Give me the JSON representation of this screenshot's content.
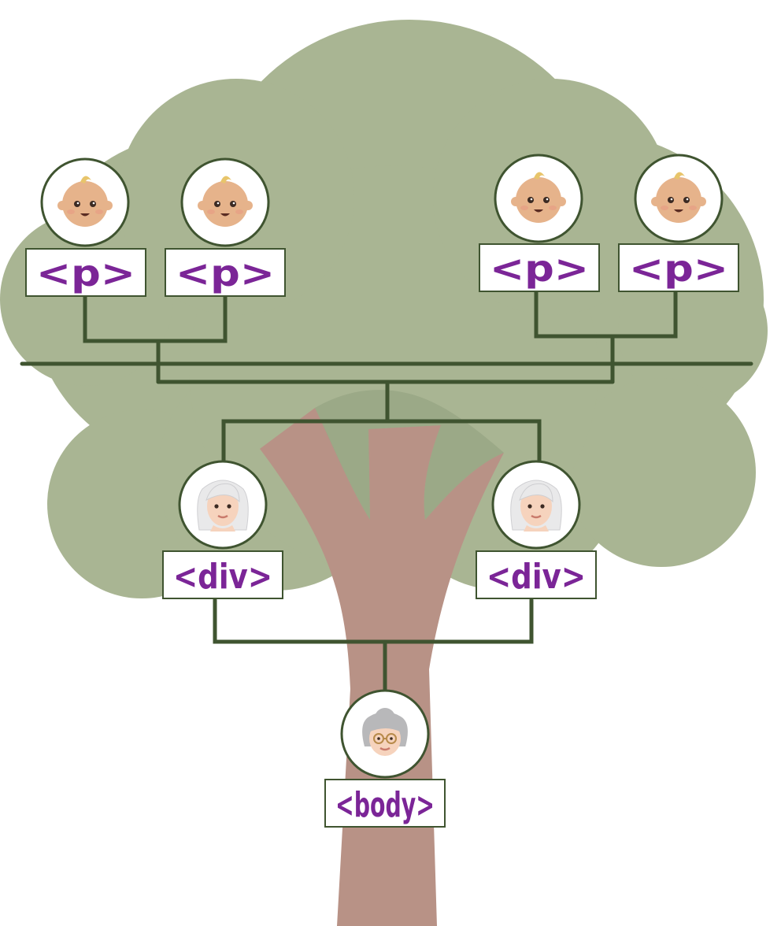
{
  "colors": {
    "foliage": "#a9b593",
    "trunk": "#b89286",
    "trunk_shadow": "#8f9f7e",
    "connector": "#3f5430",
    "tag_text": "#7b2597",
    "box_border": "#3f5430",
    "box_fill": "#ffffff",
    "circle_border": "#3f5430"
  },
  "nodes": [
    {
      "id": "p1",
      "label": "<p>",
      "icon": "baby-icon"
    },
    {
      "id": "p2",
      "label": "<p>",
      "icon": "baby-icon"
    },
    {
      "id": "p3",
      "label": "<p>",
      "icon": "baby-icon"
    },
    {
      "id": "p4",
      "label": "<p>",
      "icon": "baby-icon"
    },
    {
      "id": "div1",
      "label": "<div>",
      "icon": "woman-white-hair-icon"
    },
    {
      "id": "div2",
      "label": "<div>",
      "icon": "woman-white-hair-icon"
    },
    {
      "id": "body",
      "label": "<body>",
      "icon": "grandmother-icon"
    }
  ],
  "edges": [
    [
      "body",
      "div1"
    ],
    [
      "body",
      "div2"
    ],
    [
      "div1",
      "p1"
    ],
    [
      "div1",
      "p2"
    ],
    [
      "div2",
      "p3"
    ],
    [
      "div2",
      "p4"
    ]
  ]
}
